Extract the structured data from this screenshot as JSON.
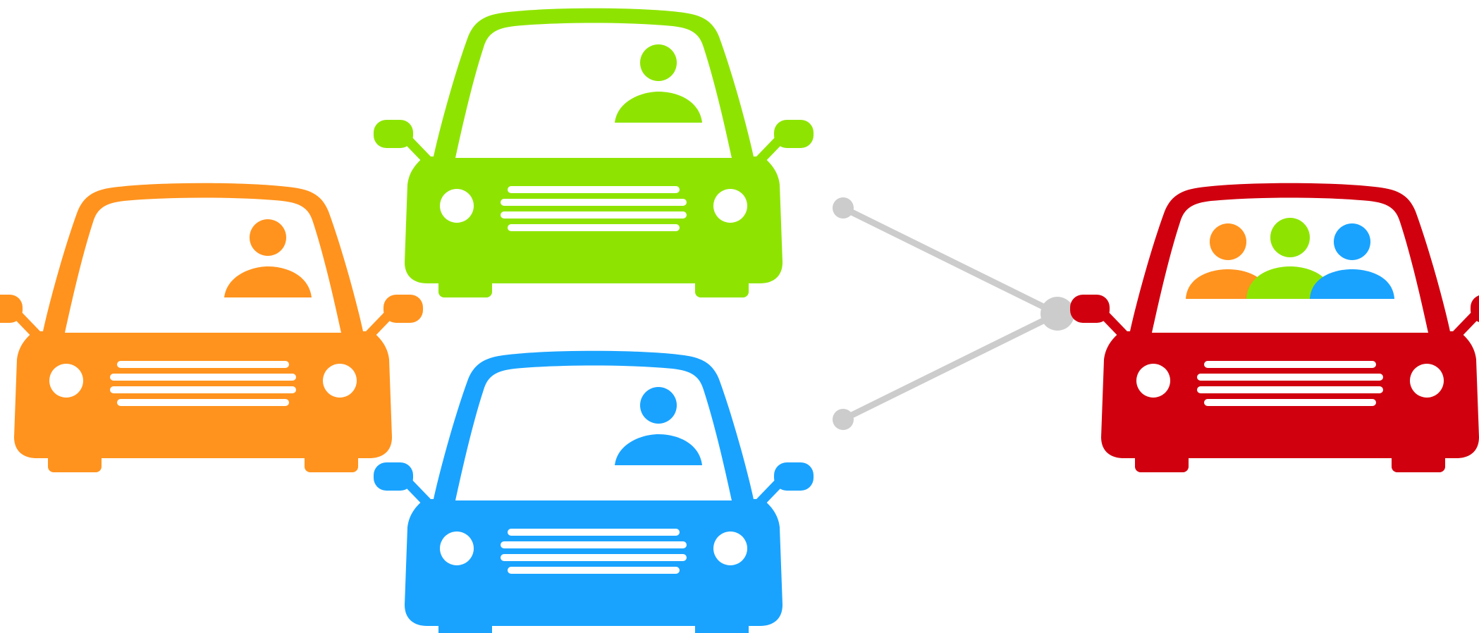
{
  "colors": {
    "background": "#ffffff",
    "car_orange": "#ff931e",
    "car_green": "#8ee400",
    "car_blue": "#19a3ff",
    "car_red": "#d0000f",
    "connector_gray": "#cccccc",
    "grille_stripe": "#ffffff"
  },
  "cars": [
    {
      "id": "orange",
      "color": "#ff931e",
      "role": "single-occupant",
      "passengers": [
        "#ff931e"
      ]
    },
    {
      "id": "green",
      "color": "#8ee400",
      "role": "single-occupant",
      "passengers": [
        "#8ee400"
      ]
    },
    {
      "id": "blue",
      "color": "#19a3ff",
      "role": "single-occupant",
      "passengers": [
        "#19a3ff"
      ]
    },
    {
      "id": "red",
      "color": "#d0000f",
      "role": "shared",
      "passengers": [
        "#ff931e",
        "#8ee400",
        "#19a3ff"
      ]
    }
  ],
  "connector": {
    "shape": "merge-chevron",
    "color": "#cccccc"
  }
}
